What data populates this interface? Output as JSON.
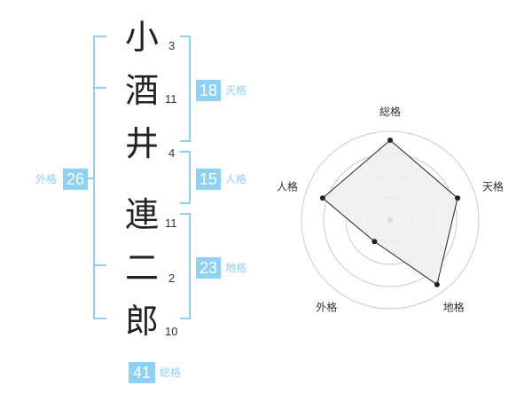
{
  "name": {
    "chars": [
      {
        "char": "小",
        "strokes": "3"
      },
      {
        "char": "酒",
        "strokes": "11"
      },
      {
        "char": "井",
        "strokes": "4"
      },
      {
        "char": "連",
        "strokes": "11"
      },
      {
        "char": "二",
        "strokes": "2"
      },
      {
        "char": "郎",
        "strokes": "10"
      }
    ]
  },
  "scores": {
    "tenkaku": {
      "value": "18",
      "label": "天格"
    },
    "jinkaku": {
      "value": "15",
      "label": "人格"
    },
    "chikaku": {
      "value": "23",
      "label": "地格"
    },
    "gaikaku": {
      "value": "26",
      "label": "外格"
    },
    "soukaku": {
      "value": "41",
      "label": "総格"
    }
  },
  "colors": {
    "accent": "#8fd0f5",
    "text": "#222222",
    "radar_fill": "#eeeeee",
    "radar_ring": "#cccccc",
    "radar_line": "#222222"
  },
  "chart_data": {
    "type": "radar",
    "axes": [
      "総格",
      "天格",
      "地格",
      "外格",
      "人格"
    ],
    "values": [
      0.9,
      0.8,
      0.9,
      0.3,
      0.8
    ],
    "rings": 4
  }
}
